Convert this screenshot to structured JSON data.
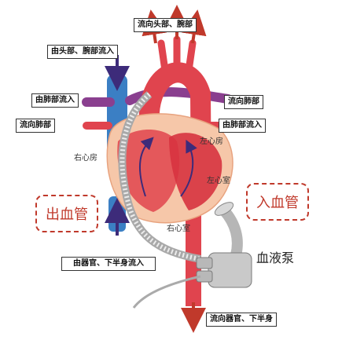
{
  "labels": {
    "to_head_arms": "流向头部、腕部",
    "from_head_arms": "由头部、腕部流入",
    "from_lung_left": "由肺部流入",
    "to_lung_left": "流向肺部",
    "to_lung_right": "流向肺部",
    "from_lung_right": "由肺部流入",
    "right_atrium": "右心房",
    "left_atrium": "左心房",
    "left_ventricle": "左心室",
    "right_ventricle": "右心室",
    "outflow_cannula": "出血管",
    "inflow_cannula": "入血管",
    "blood_pump": "血液泵",
    "from_organs_lower": "由器官、下半身流入",
    "to_organs_lower": "流向器官、下半身"
  },
  "colors": {
    "aorta": "#e0444e",
    "vena_cava": "#3b7fc4",
    "pulmonary": "#8a3f8f",
    "heart_fill": "#f6c7a9",
    "arrow_red": "#c0392b",
    "arrow_purple": "#3d2b7a",
    "dashed_box": "#c0392b"
  }
}
